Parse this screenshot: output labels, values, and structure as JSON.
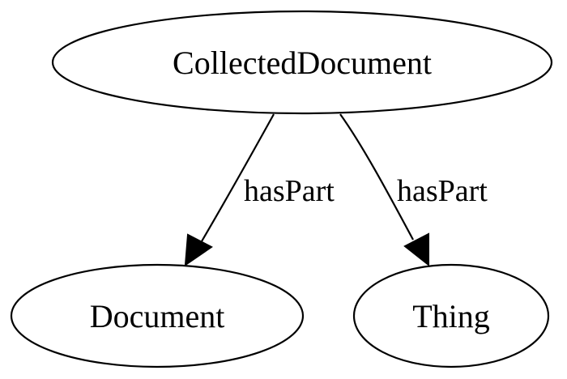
{
  "nodes": {
    "collected_document": "CollectedDocument",
    "document": "Document",
    "thing": "Thing"
  },
  "edges": {
    "to_document": "hasPart",
    "to_thing": "hasPart"
  },
  "colors": {
    "stroke": "#000000",
    "fill": "#ffffff",
    "background": "#ffffff"
  }
}
